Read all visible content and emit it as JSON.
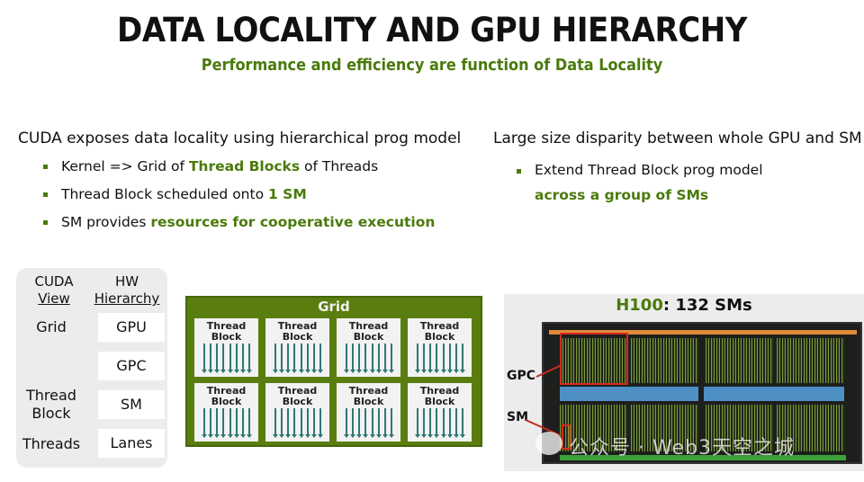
{
  "header": {
    "title": "DATA LOCALITY AND GPU HIERARCHY",
    "subtitle": "Performance and efficiency are function of Data Locality"
  },
  "left_column": {
    "heading": "CUDA exposes data locality using hierarchical prog model",
    "bullets": [
      {
        "pre": "Kernel => Grid of ",
        "hl": "Thread Blocks",
        "post": " of Threads"
      },
      {
        "pre": "Thread Block scheduled onto ",
        "hl": "1 SM",
        "post": ""
      },
      {
        "pre": "SM provides ",
        "hl": "resources for cooperative execution",
        "post": ""
      }
    ]
  },
  "right_column": {
    "heading": "Large size disparity between whole GPU and SM",
    "bullets": [
      {
        "pre": "Extend Thread Block prog model",
        "hl": "across a group of SMs"
      }
    ]
  },
  "hierarchy_table": {
    "cuda_header": [
      "CUDA",
      "View"
    ],
    "hw_header": [
      "HW",
      "Hierarchy"
    ],
    "cuda_view": [
      "Grid",
      "",
      "Thread Block",
      "Threads"
    ],
    "hw_levels": [
      "GPU",
      "GPC",
      "SM",
      "Lanes"
    ]
  },
  "grid_diagram": {
    "label": "Grid",
    "block_label_1": "Thread",
    "block_label_2": "Block",
    "rows": 2,
    "cols": 4,
    "arrows_per_block": 8
  },
  "h100": {
    "title_prefix": "H100",
    "title_suffix": ":  132 SMs",
    "callouts": [
      "GPC",
      "SM"
    ]
  },
  "watermark": "公众号 · Web3天空之城",
  "colors": {
    "accent_green": "#4a7a0c",
    "grid_green": "#5a7d10",
    "arrow_teal": "#2f7773",
    "highlight_red": "#d42a1f",
    "l2_blue": "#4e90c4"
  }
}
